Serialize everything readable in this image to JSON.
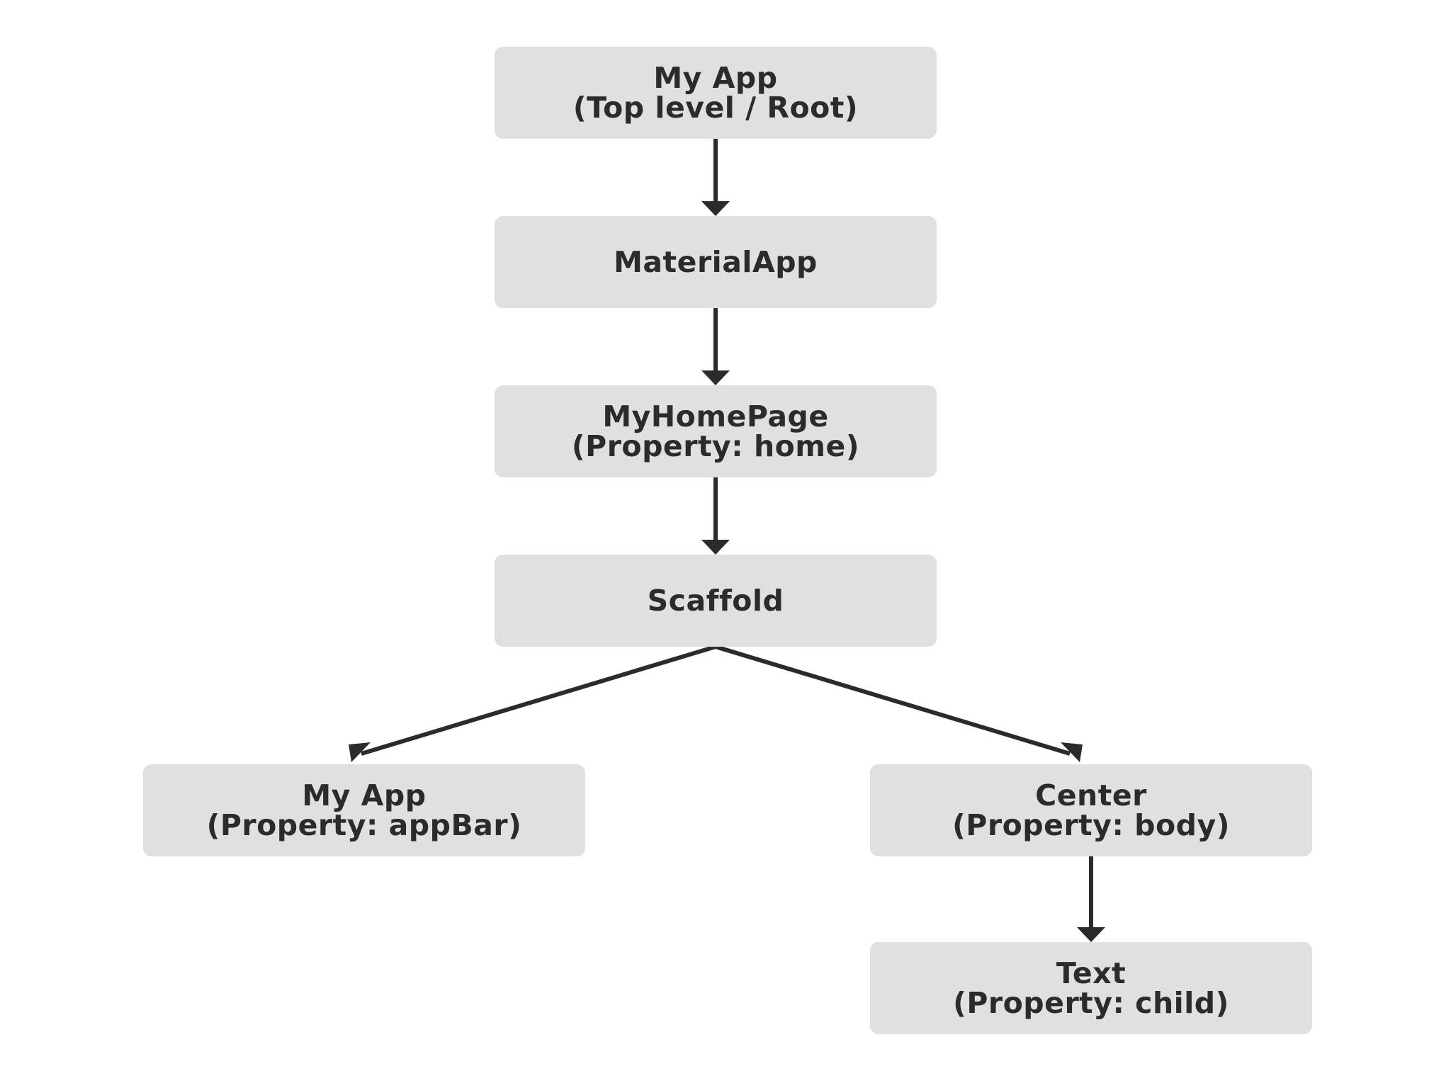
{
  "diagram": {
    "nodes": {
      "root": {
        "line1": "My App",
        "line2": "(Top level / Root)"
      },
      "material_app": {
        "line1": "MaterialApp"
      },
      "my_home_page": {
        "line1": "MyHomePage",
        "line2": "(Property: home)"
      },
      "scaffold": {
        "line1": "Scaffold"
      },
      "app_bar": {
        "line1": "My App",
        "line2": "(Property: appBar)"
      },
      "center": {
        "line1": "Center",
        "line2": "(Property: body)"
      },
      "text": {
        "line1": "Text",
        "line2": "(Property: child)"
      }
    },
    "edges": [
      {
        "from": "root",
        "to": "material_app"
      },
      {
        "from": "material_app",
        "to": "my_home_page"
      },
      {
        "from": "my_home_page",
        "to": "scaffold"
      },
      {
        "from": "scaffold",
        "to": "app_bar"
      },
      {
        "from": "scaffold",
        "to": "center"
      },
      {
        "from": "center",
        "to": "text"
      }
    ],
    "colors": {
      "node_fill": "#e0e0e0",
      "text": "#2b2b2b",
      "arrow": "#2b2b2b",
      "background": "#ffffff"
    }
  }
}
